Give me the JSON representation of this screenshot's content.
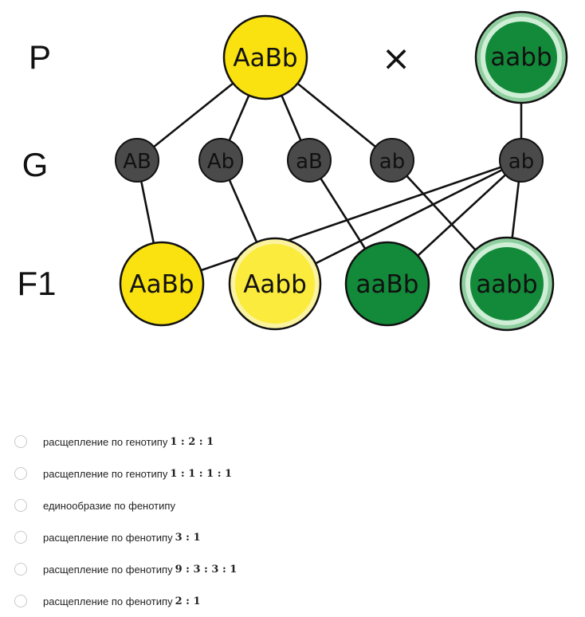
{
  "diagram": {
    "rows": {
      "p": "P",
      "g": "G",
      "f1": "F1"
    },
    "cross_symbol": "×",
    "parents": [
      {
        "genotype": "AaBb",
        "color": "#f9e20f"
      },
      {
        "genotype": "aabb",
        "color": "#138a3a"
      }
    ],
    "gametes": [
      "AB",
      "Ab",
      "aB",
      "ab",
      "ab"
    ],
    "offspring": [
      {
        "genotype": "AaBb",
        "color": "#f9e20f"
      },
      {
        "genotype": "Aabb",
        "color": "#fbeb3c"
      },
      {
        "genotype": "aaBb",
        "color": "#138a3a"
      },
      {
        "genotype": "aabb",
        "color": "#138a3a"
      }
    ]
  },
  "options": [
    {
      "label": "расщепление по генотипу",
      "ratio": "1 : 2 : 1"
    },
    {
      "label": "расщепление по генотипу",
      "ratio": "1 : 1 : 1 : 1"
    },
    {
      "label": "единообразие по фенотипу",
      "ratio": ""
    },
    {
      "label": "расщепление по фенотипу",
      "ratio": "3 : 1"
    },
    {
      "label": "расщепление по фенотипу",
      "ratio": "9 : 3 : 3 : 1"
    },
    {
      "label": "расщепление по фенотипу",
      "ratio": "2 : 1"
    }
  ]
}
